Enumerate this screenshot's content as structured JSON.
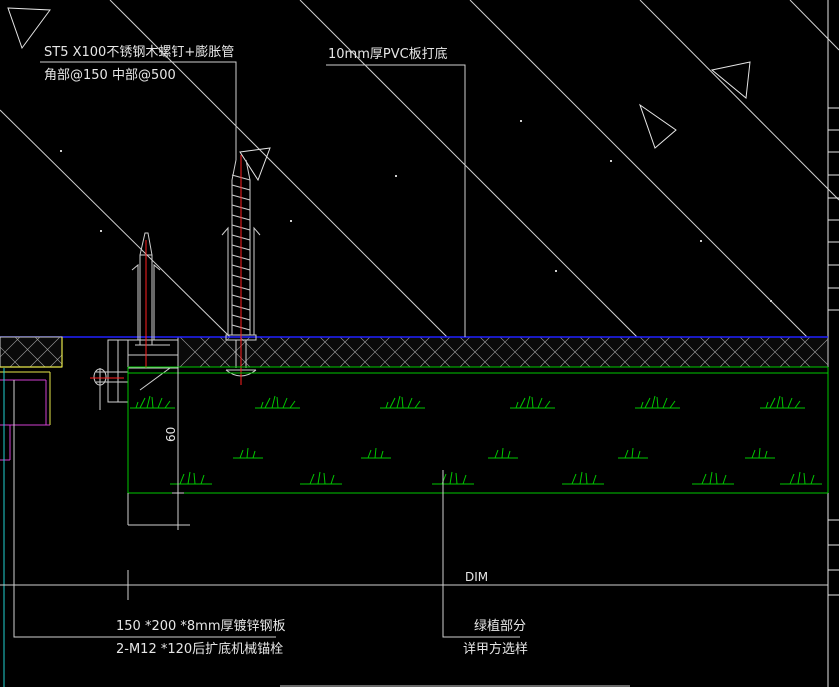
{
  "annotations": {
    "screw_line1": "ST5 X100不锈钢木螺钉+膨胀管",
    "screw_line2": "角部@150  中部@500",
    "pvc_label": "10mm厚PVC板打底",
    "dim_vertical": "60",
    "dim_text": "DIM",
    "plate_line1": "150 *200 *8mm厚镀锌钢板",
    "plate_line2": "2-M12 *120后扩底机械锚栓",
    "green_line1": "绿植部分",
    "green_line2": "详甲方选样"
  },
  "colors": {
    "background": "#000000",
    "linework": "#e6e6e6",
    "green": "#00c800",
    "blue": "#2020ff",
    "red": "#ff2020",
    "yellow": "#e8e84a",
    "magenta": "#d040d0",
    "cyan": "#20d0d0"
  }
}
